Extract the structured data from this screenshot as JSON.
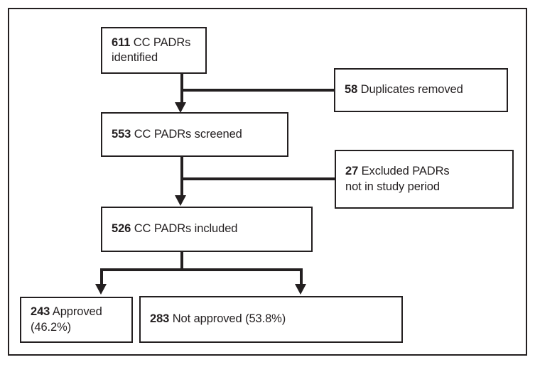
{
  "figure": {
    "type": "flowchart",
    "title": "",
    "orientation": "top-to-bottom",
    "colors": {
      "stroke": "#231f20",
      "fill": "#ffffff",
      "background": "#ffffff"
    }
  },
  "nodes": {
    "identified": {
      "number": "611",
      "label": " CC PADRs identified"
    },
    "duplicates": {
      "number": "58",
      "label": " Duplicates removed"
    },
    "screened": {
      "number": "553",
      "label": " CC PADRs screened"
    },
    "excluded": {
      "number": "27",
      "label": " Excluded PADRs\nnot in study period"
    },
    "included": {
      "number": "526",
      "label": " CC PADRs included"
    },
    "approved": {
      "number": "243",
      "label": " Approved (46.2%)"
    },
    "not_approved": {
      "number": "283",
      "label": " Not approved (53.8%)"
    }
  },
  "flow": {
    "steps": [
      {
        "from": "identified",
        "to": "screened",
        "excluded_to": "duplicates"
      },
      {
        "from": "screened",
        "to": "included",
        "excluded_to": "excluded"
      },
      {
        "from": "included",
        "to": [
          "approved",
          "not_approved"
        ]
      }
    ]
  },
  "counts": {
    "identified": 611,
    "duplicates_removed": 58,
    "screened": 553,
    "excluded_not_in_study_period": 27,
    "included": 526,
    "approved": 243,
    "approved_percent": 46.2,
    "not_approved": 283,
    "not_approved_percent": 53.8
  }
}
